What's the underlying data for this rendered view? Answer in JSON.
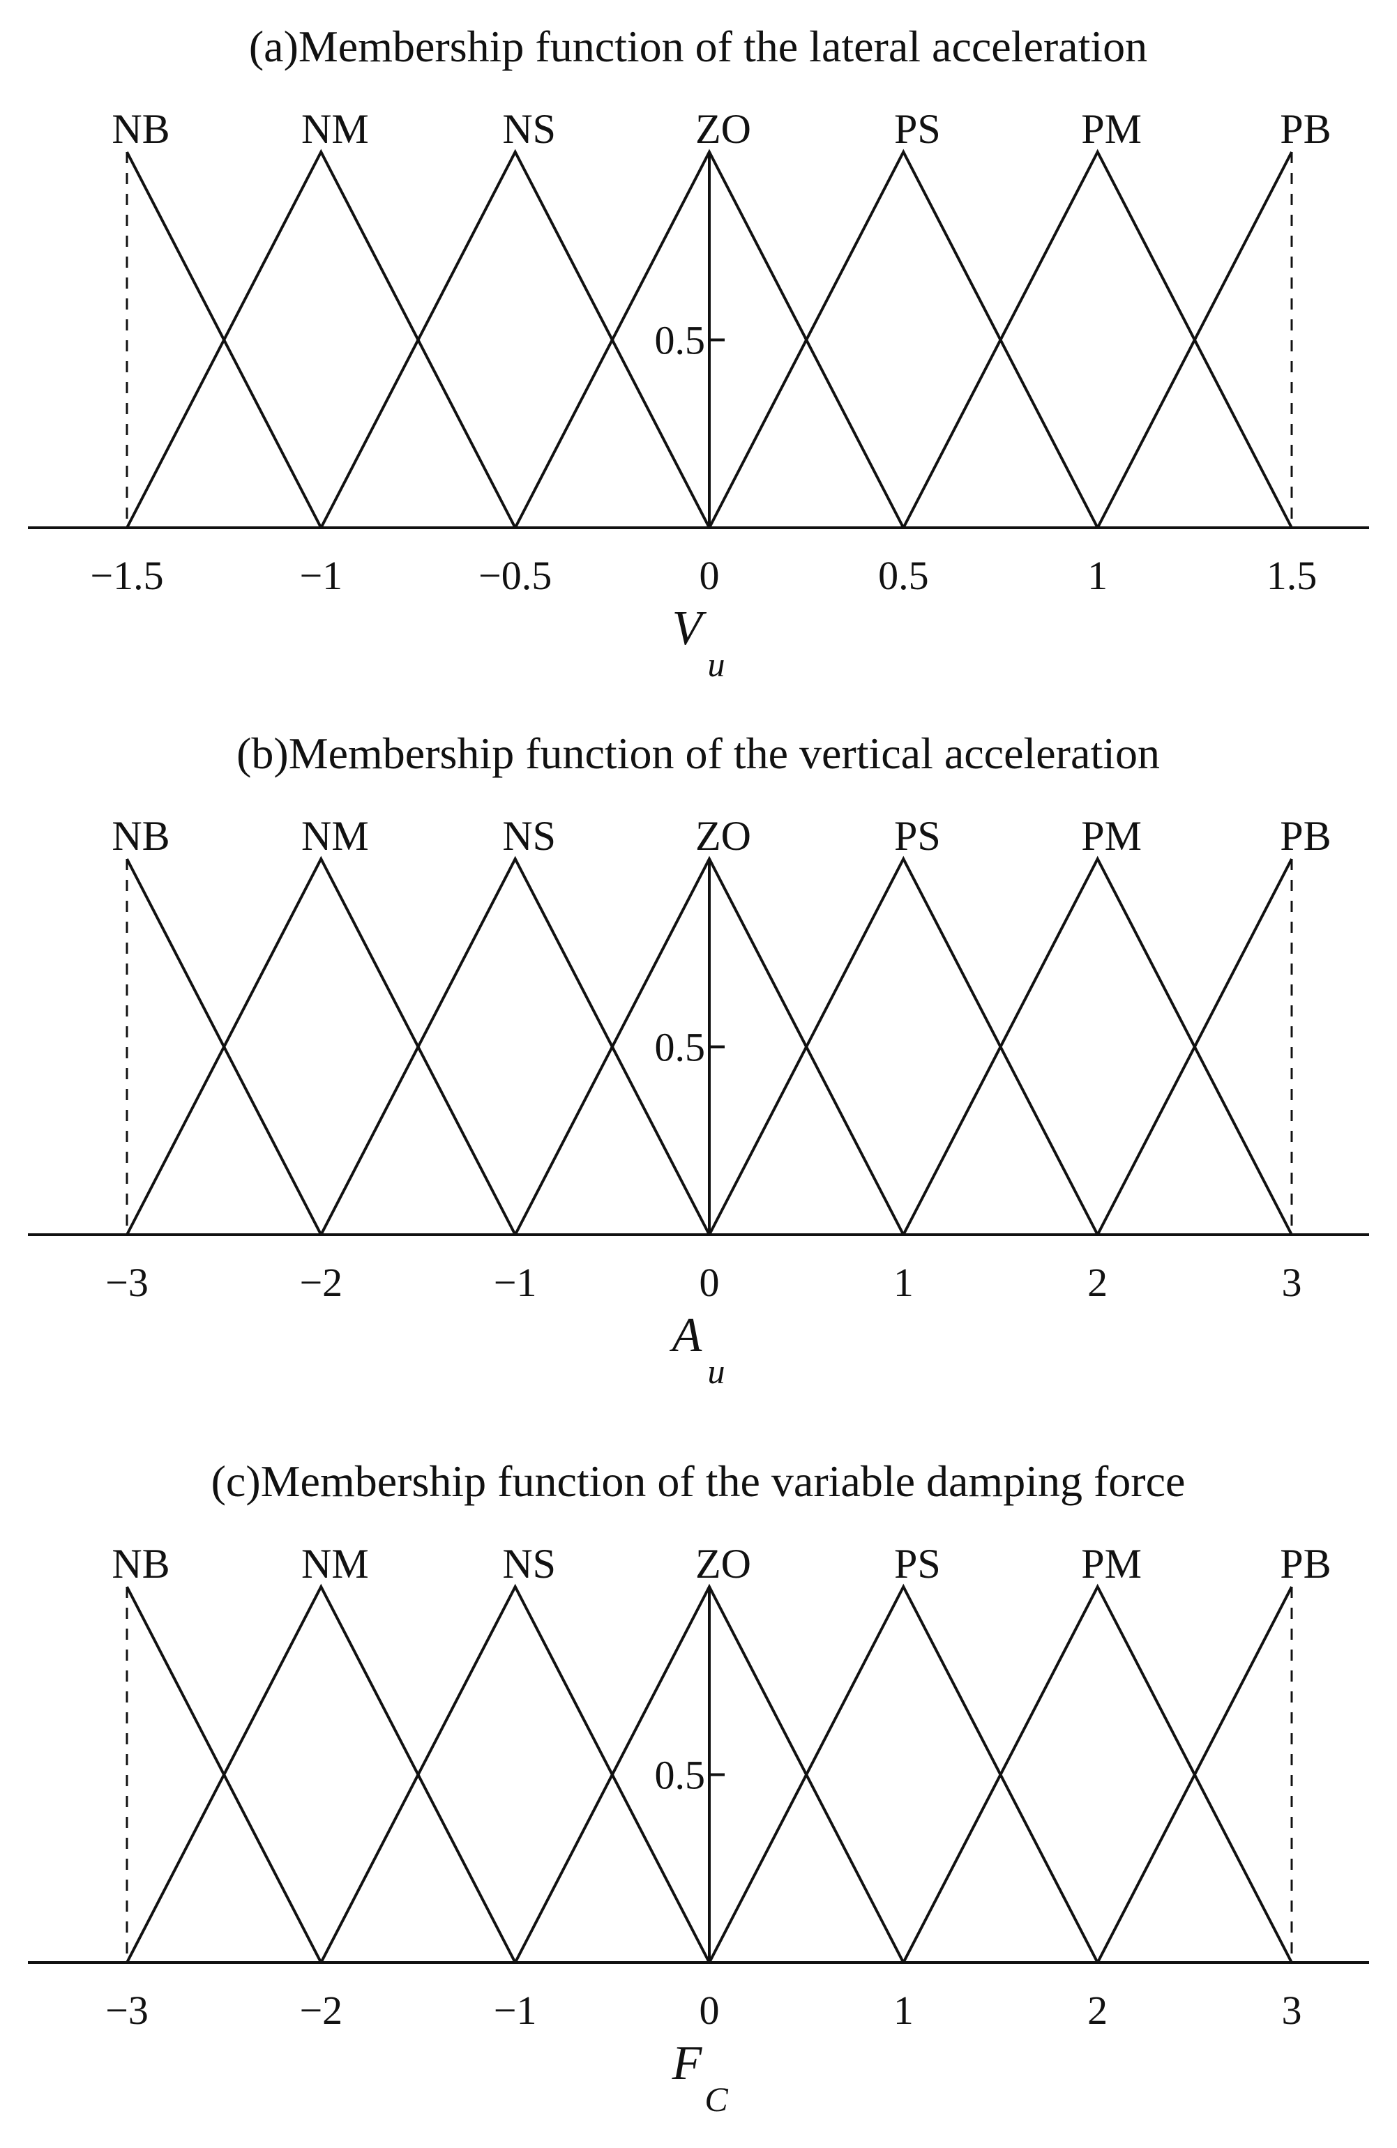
{
  "chart_data": [
    {
      "type": "line",
      "title": "(a)Membership function of the lateral acceleration",
      "xlabel": "V",
      "xlabel_subscript": "u",
      "xlim": [
        -1.5,
        1.5
      ],
      "ylim": [
        0,
        1
      ],
      "y_tick": 0.5,
      "y_tick_label": "0.5",
      "x_ticks": [
        -1.5,
        -1,
        -0.5,
        0,
        0.5,
        1,
        1.5
      ],
      "x_tick_labels": [
        "−1.5",
        "−1",
        "−0.5",
        "0",
        "0.5",
        "1",
        "1.5"
      ],
      "series": [
        {
          "name": "NB",
          "x": [
            -1.5,
            -1
          ],
          "y": [
            1,
            0
          ]
        },
        {
          "name": "NM",
          "x": [
            -1.5,
            -1,
            -0.5
          ],
          "y": [
            0,
            1,
            0
          ]
        },
        {
          "name": "NS",
          "x": [
            -1,
            -0.5,
            0
          ],
          "y": [
            0,
            1,
            0
          ]
        },
        {
          "name": "ZO",
          "x": [
            -0.5,
            0,
            0.5
          ],
          "y": [
            0,
            1,
            0
          ]
        },
        {
          "name": "PS",
          "x": [
            0,
            0.5,
            1
          ],
          "y": [
            0,
            1,
            0
          ]
        },
        {
          "name": "PM",
          "x": [
            0.5,
            1,
            1.5
          ],
          "y": [
            0,
            1,
            0
          ]
        },
        {
          "name": "PB",
          "x": [
            1,
            1.5
          ],
          "y": [
            0,
            1
          ]
        }
      ]
    },
    {
      "type": "line",
      "title": "(b)Membership function of the vertical acceleration",
      "xlabel": "A",
      "xlabel_subscript": "u",
      "xlim": [
        -3,
        3
      ],
      "ylim": [
        0,
        1
      ],
      "y_tick": 0.5,
      "y_tick_label": "0.5",
      "x_ticks": [
        -3,
        -2,
        -1,
        0,
        1,
        2,
        3
      ],
      "x_tick_labels": [
        "−3",
        "−2",
        "−1",
        "0",
        "1",
        "2",
        "3"
      ],
      "series": [
        {
          "name": "NB",
          "x": [
            -3,
            -2
          ],
          "y": [
            1,
            0
          ]
        },
        {
          "name": "NM",
          "x": [
            -3,
            -2,
            -1
          ],
          "y": [
            0,
            1,
            0
          ]
        },
        {
          "name": "NS",
          "x": [
            -2,
            -1,
            0
          ],
          "y": [
            0,
            1,
            0
          ]
        },
        {
          "name": "ZO",
          "x": [
            -1,
            0,
            1
          ],
          "y": [
            0,
            1,
            0
          ]
        },
        {
          "name": "PS",
          "x": [
            0,
            1,
            2
          ],
          "y": [
            0,
            1,
            0
          ]
        },
        {
          "name": "PM",
          "x": [
            1,
            2,
            3
          ],
          "y": [
            0,
            1,
            0
          ]
        },
        {
          "name": "PB",
          "x": [
            2,
            3
          ],
          "y": [
            0,
            1
          ]
        }
      ]
    },
    {
      "type": "line",
      "title": "(c)Membership function of the variable damping force",
      "xlabel": "F",
      "xlabel_subscript": "C",
      "xlim": [
        -3,
        3
      ],
      "ylim": [
        0,
        1
      ],
      "y_tick": 0.5,
      "y_tick_label": "0.5",
      "x_ticks": [
        -3,
        -2,
        -1,
        0,
        1,
        2,
        3
      ],
      "x_tick_labels": [
        "−3",
        "−2",
        "−1",
        "0",
        "1",
        "2",
        "3"
      ],
      "series": [
        {
          "name": "NB",
          "x": [
            -3,
            -2
          ],
          "y": [
            1,
            0
          ]
        },
        {
          "name": "NM",
          "x": [
            -3,
            -2,
            -1
          ],
          "y": [
            0,
            1,
            0
          ]
        },
        {
          "name": "NS",
          "x": [
            -2,
            -1,
            0
          ],
          "y": [
            0,
            1,
            0
          ]
        },
        {
          "name": "ZO",
          "x": [
            -1,
            0,
            1
          ],
          "y": [
            0,
            1,
            0
          ]
        },
        {
          "name": "PS",
          "x": [
            0,
            1,
            2
          ],
          "y": [
            0,
            1,
            0
          ]
        },
        {
          "name": "PM",
          "x": [
            1,
            2,
            3
          ],
          "y": [
            0,
            1,
            0
          ]
        },
        {
          "name": "PB",
          "x": [
            2,
            3
          ],
          "y": [
            0,
            1
          ]
        }
      ]
    }
  ]
}
